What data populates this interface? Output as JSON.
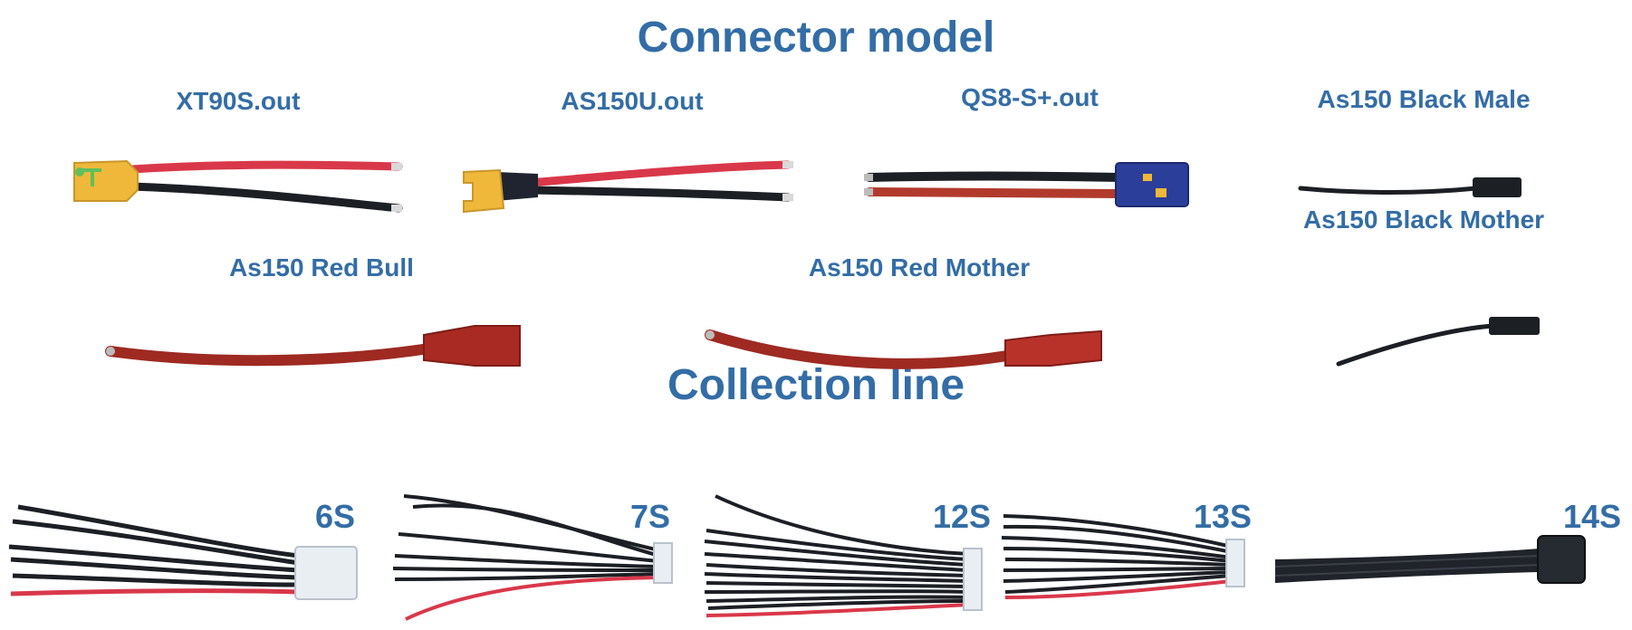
{
  "sections": {
    "connector_title": "Connector model",
    "collection_title": "Collection line"
  },
  "connectors": [
    {
      "label": "XT90S.out"
    },
    {
      "label": "AS150U.out"
    },
    {
      "label": "QS8-S+.out"
    },
    {
      "label": "As150 Black Male"
    },
    {
      "label": "As150 Black Mother"
    },
    {
      "label": "As150 Red Bull"
    },
    {
      "label": "As150 Red Mother"
    }
  ],
  "collection_lines": [
    {
      "label": "6S"
    },
    {
      "label": "7S"
    },
    {
      "label": "12S"
    },
    {
      "label": "13S"
    },
    {
      "label": "14S"
    }
  ],
  "colors": {
    "heading": "#336da6",
    "wire_black": "#1c1f24",
    "wire_red": "#d9384a",
    "silicone_red": "#9e2a22",
    "xt90_yellow": "#efb83a",
    "qs8_blue": "#2b3f9a",
    "balance_plug": "#e9eef3"
  }
}
